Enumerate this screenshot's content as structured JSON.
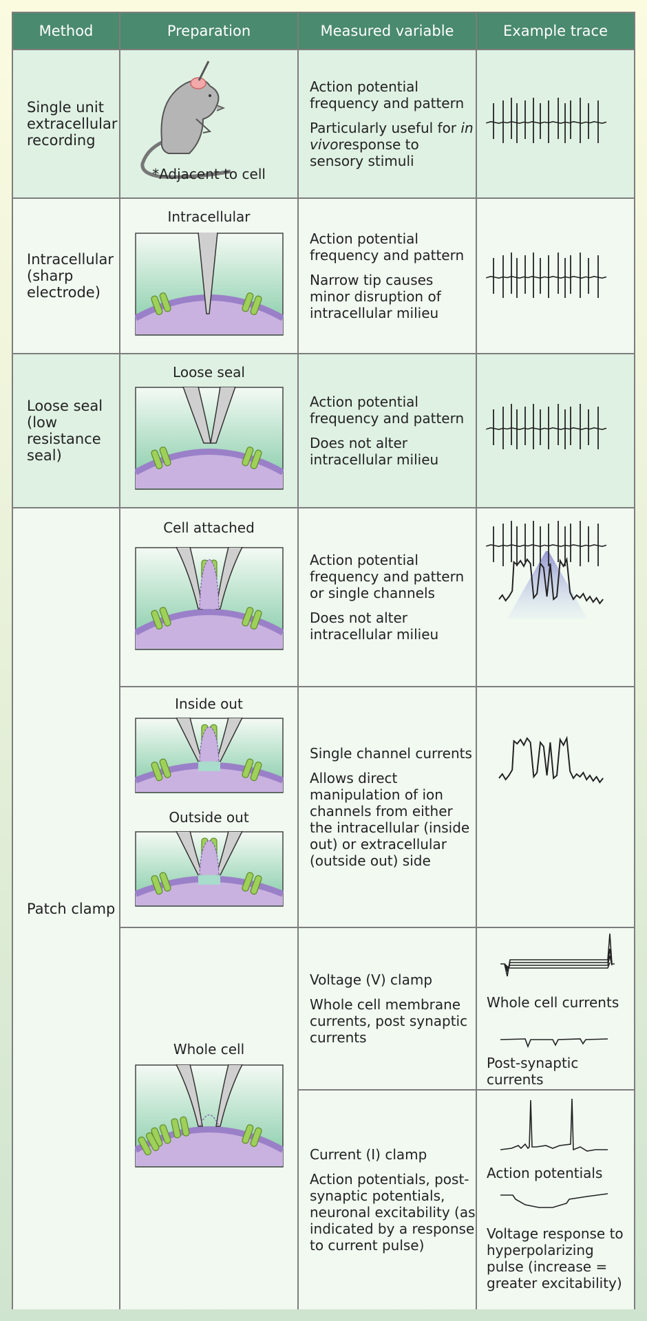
{
  "headers": [
    "Method",
    "Preparation",
    "Measured variable",
    "Example trace"
  ],
  "rows": {
    "single_unit": {
      "method": "Single unit extracellular recording",
      "prep_label": "*Adjacent to cell",
      "var1": "Action potential frequency and pattern",
      "var2_pre": "Particularly useful for ",
      "var2_italic": "in vivo",
      "var2_post": "response to sensory stimuli"
    },
    "intracellular": {
      "method": "Intracellular (sharp electrode)",
      "prep_label": "Intracellular",
      "var1": "Action potential frequency and pattern",
      "var2": "Narrow tip causes minor disruption of intracellular milieu"
    },
    "loose_seal": {
      "method": "Loose seal (low resistance seal)",
      "prep_label": "Loose seal",
      "var1": "Action potential frequency and pattern",
      "var2": "Does not alter intracellular milieu"
    },
    "patch_clamp": {
      "method": "Patch clamp",
      "cell_attached": {
        "prep_label": "Cell attached",
        "var1": "Action potential frequency and pattern or single channels",
        "var2": "Does not alter intracellular milieu"
      },
      "excised": {
        "prep_label_1": "Inside out",
        "prep_label_2": "Outside out",
        "var1": "Single channel currents",
        "var2": "Allows direct manipulation of ion channels from either the intracellular (inside out) or extracellular (outside out) side"
      },
      "whole_cell": {
        "prep_label": "Whole cell",
        "vclamp_var1": "Voltage (V) clamp",
        "vclamp_var2": "Whole cell membrane currents, post synaptic currents",
        "vclamp_trace1": "Whole cell currents",
        "vclamp_trace2": "Post-synaptic currents",
        "iclamp_var1": "Current (I) clamp",
        "iclamp_var2": "Action potentials, post-synaptic potentials, neuronal excitability (as indicated by a response to current pulse)",
        "iclamp_trace1": "Action potentials",
        "iclamp_trace2": "Voltage response to hyperpolarizing pulse (increase = greater excitability)"
      }
    }
  },
  "colors": {
    "header": "#4a8a6e",
    "shaded_row": "#dff1e3",
    "light_row": "#f1f9f1",
    "channel": "#9ed05a",
    "membrane": "#a98fcf"
  }
}
